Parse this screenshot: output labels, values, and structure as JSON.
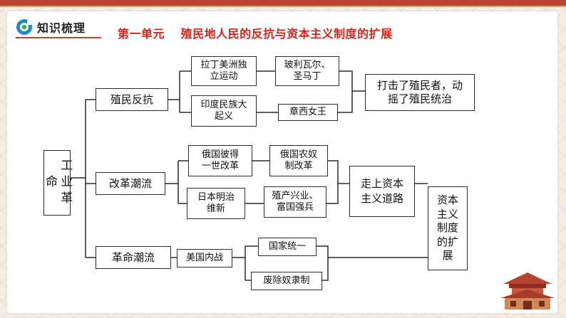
{
  "header": {
    "section_title": "知识梳理",
    "unit_title": "第一单元　 殖民地人民的反抗与资本主义制度的扩展"
  },
  "diagram": {
    "root": "工业革命",
    "branches": {
      "colonial_resistance": "殖民反抗",
      "reform": "改革潮流",
      "revolution": "革命潮流"
    },
    "nodes": {
      "latin_america": "拉丁美洲独立运动",
      "bolivar": "玻利瓦尔、圣马丁",
      "india": "印度民族大起义",
      "zhangxi": "章西女王",
      "colonial_result": "打击了殖民者，动摇了殖民统治",
      "russia_reform": "俄国彼得一世改革",
      "serf_reform": "俄国农奴制改革",
      "meiji": "日本明治维新",
      "industry": "殖产兴业、富国强兵",
      "capitalism_path": "走上资本主义道路",
      "us_civil_war": "美国内战",
      "unification": "国家统一",
      "abolition": "废除奴隶制",
      "final": "资本主义制度的扩展"
    }
  }
}
